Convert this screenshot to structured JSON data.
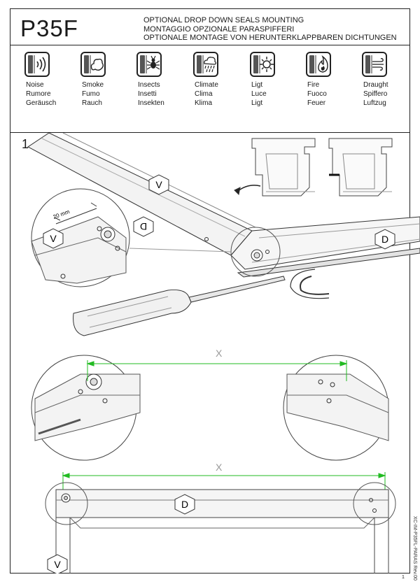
{
  "header": {
    "model": "P35F",
    "title_en": "OPTIONAL DROP DOWN SEALS MOUNTING",
    "title_it": "MONTAGGIO OPZIONALE PARASPIFFERI",
    "title_de": "OPTIONALE MONTAGE VON HERUNTERKLAPPBAREN DICHTUNGEN"
  },
  "icons": [
    {
      "icon": "noise-icon",
      "en": "Noise",
      "it": "Rumore",
      "de": "Geräusch"
    },
    {
      "icon": "smoke-icon",
      "en": "Smoke",
      "it": "Fumo",
      "de": "Rauch"
    },
    {
      "icon": "insects-icon",
      "en": "Insects",
      "it": "Insetti",
      "de": "Insekten"
    },
    {
      "icon": "climate-icon",
      "en": "Climate",
      "it": "Clima",
      "de": "Klima"
    },
    {
      "icon": "light-icon",
      "en": "Ligt",
      "it": "Luce",
      "de": "Ligt"
    },
    {
      "icon": "fire-icon",
      "en": "Fire",
      "it": "Fuoco",
      "de": "Feuer"
    },
    {
      "icon": "draught-icon",
      "en": "Draught",
      "it": "Spiffero",
      "de": "Luftzug"
    }
  ],
  "step": "1",
  "labels": {
    "v": "V",
    "d": "D",
    "d_mirrored": "D",
    "x": "X",
    "dimension": "20 mm"
  },
  "footer": {
    "code": "XC-IM-P35FL-PARAS   Rev.00",
    "page": "1"
  }
}
